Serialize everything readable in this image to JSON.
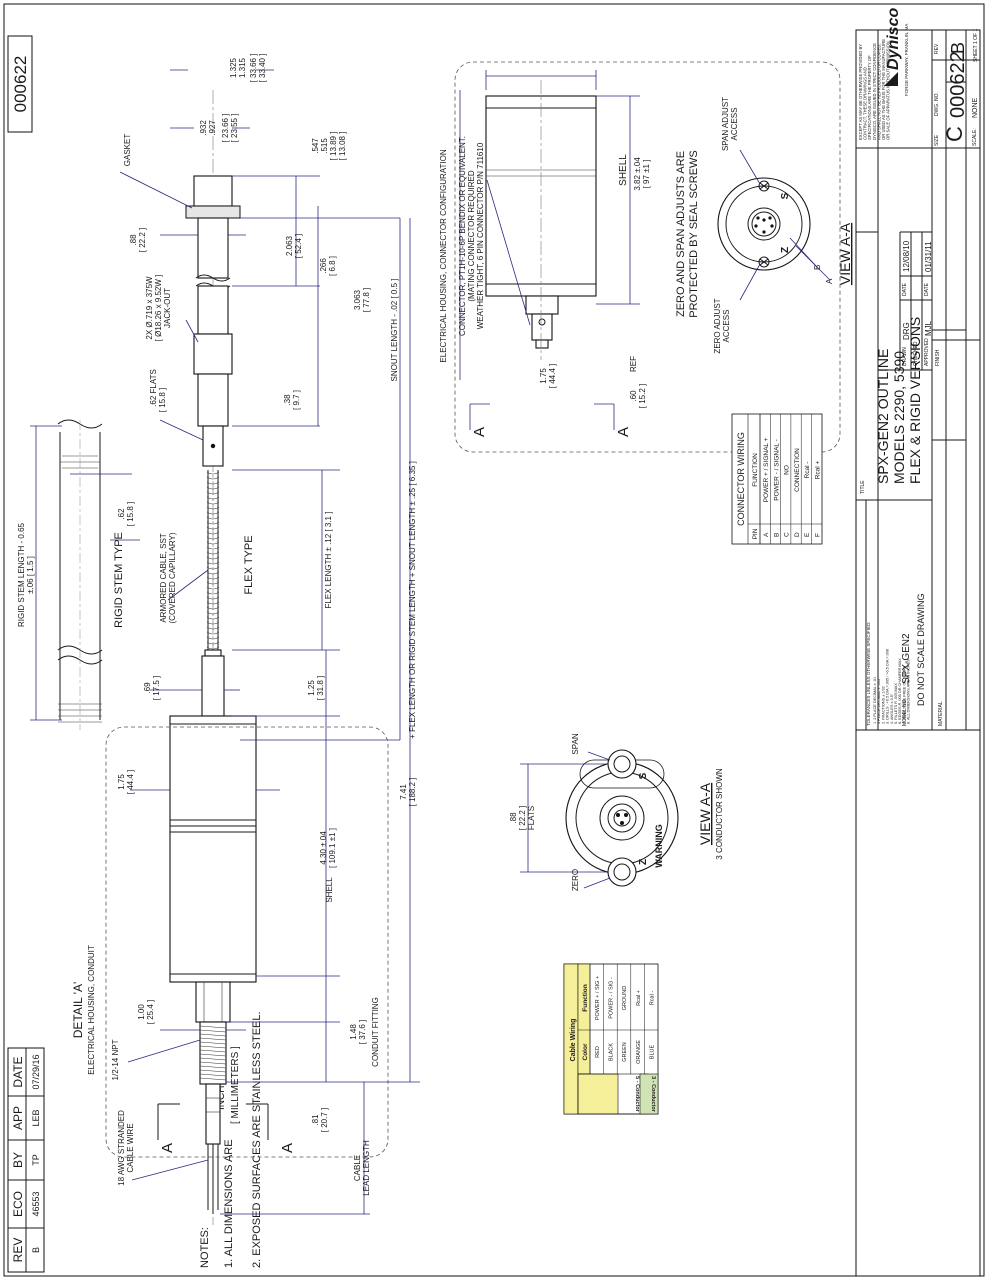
{
  "drawing_number_tab": "000622",
  "revision_block": {
    "headers": [
      "REV",
      "ECO",
      "BY",
      "APP",
      "DATE"
    ],
    "row": [
      "B",
      "46553",
      "TP",
      "LEB",
      "07/29/16"
    ]
  },
  "notes": {
    "heading": "NOTES:",
    "note1_prefix": "1. ALL DIMENSIONS ARE",
    "unit_inches": "INCHES",
    "unit_mm": "[ MILLIMETERS ]",
    "note2": "2. EXPOSED SURFACES ARE STAINLESS STEEL."
  },
  "left_view": {
    "rigid_stem_length": "RIGID STEM LENGTH - 0.65",
    "rigid_stem_tol": "±.06 [ 1.5 ]",
    "rigid_stem_type": "RIGID STEM TYPE",
    "stem_dia": ".62",
    "stem_dia_mm": "[ 15.8 ]",
    "flex_type": "FLEX TYPE",
    "armored_cable": "ARMORED CABLE, SST",
    "armored_cable_2": "(COVERED CAPILLARY)",
    "flats_62": ".62 FLATS",
    "flats_62_mm": "[ 15.8 ]",
    "jackout": "2X Ø.719 x 375W",
    "jackout_2": "[ Ø18.26 x 9.52W ]",
    "jackout_3": "JACK-OUT",
    "dia_88": ".88",
    "dia_88_mm": "[ 22.2 ]",
    "gasket": "GASKET",
    "d_932": ".932",
    "d_927": ".927",
    "d_2366": "[ 23.66 ]",
    "d_2355": "[ 23.55 ]",
    "d_1325": "1.325",
    "d_1315": "1.315",
    "d_3366": "[ 33.66 ]",
    "d_3340": "[ 33.40 ]",
    "d_547": ".547",
    "d_515": ".515",
    "d_1389": "[ 13.89 ]",
    "d_1308": "[ 13.08 ]",
    "d_2063": "2.063",
    "d_2063_mm": "[ 52.4 ]",
    "d_266": ".266",
    "d_266_mm": "[ 6.8 ]",
    "d_3063": "3.063",
    "d_3063_mm": "[ 77.8 ]",
    "snout_length": "SNOUT LENGTH - .02 [ 0.5 ]",
    "d_38": ".38",
    "d_38_mm": "[ 9.7 ]",
    "flex_length": "FLEX LENGTH ± .12 [ 3.1 ]",
    "d_69": ".69",
    "d_69_mm": "[ 17.5 ]",
    "d_125": "1.25",
    "d_125_mm": "[ 31.8 ]",
    "d_175": "1.75",
    "d_175_mm": "[ 44.4 ]",
    "shell": "SHELL",
    "shell_val": "4.30 ±.04",
    "shell_val_mm": "[ 109.1 ±1 ]",
    "total_741": "7.41",
    "total_741_mm": "[ 188.2 ]",
    "total_formula": "+ FLEX LENGTH OR RIGID STEM LENGTH +  SNOUT LENGTH ± .25 [ 6.35 ]",
    "detail_a": "DETAIL 'A'",
    "detail_a_sub": "ELECTRICAL HOUSING, CONDUIT",
    "npt": "1/2-14 NPT",
    "d_100": "1.00",
    "d_100_mm": "[ 25.4 ]",
    "d_148": "1.48",
    "d_148_mm": "[ 37.6 ]",
    "conduit_fitting": "CONDUIT FITTING",
    "awg": "18 AWG STRANDED",
    "awg_2": "CABLE WIRE",
    "d_81": ".81",
    "d_81_mm": "[ 20.7 ]",
    "cable_lead": "CABLE",
    "cable_lead_2": "LEAD LENGTH",
    "section_a": "A"
  },
  "right_view": {
    "title": "ELECTRICAL HOUSING, CONNECTOR CONFIGURATION",
    "connector": "CONNECTOR, PT1H-10-6P BENDIX OR EQUIVALENT.",
    "connector_2": "(MATING CONNECTOR REQUIRED",
    "connector_3": "WEATHER TIGHT, 6 PIN CONNECTOR  P/N 711610",
    "shell": "SHELL",
    "shell_val": "3.82 ±.04",
    "shell_val_mm": "[ 97 ±1 ]",
    "d_175": "1.75",
    "d_175_mm": "[ 44.4 ]",
    "d_60": ".60",
    "d_60_mm": "[ 15.2 ]",
    "ref": "REF",
    "zero_span_note": "ZERO AND SPAN ADJUSTS ARE",
    "zero_span_note_2": "PROTECTED BY SEAL SCREWS",
    "zero_access": "ZERO ADJUST",
    "zero_access_2": "ACCESS",
    "span_access": "SPAN ADJUST",
    "span_access_2": "ACCESS",
    "view_aa": "VIEW A-A",
    "pin_b": "B",
    "pin_a": "A",
    "z": "Z",
    "s": "S"
  },
  "view_aa_3c": {
    "span": "SPAN",
    "zero": "ZERO",
    "d_88": ".88",
    "d_88_mm": "[ 22.2 ]",
    "flats": "FLATS",
    "view": "VIEW A-A",
    "sub": "3 CONDUCTOR SHOWN",
    "warning": "WARNING",
    "z": "Z",
    "s": "S"
  },
  "cable_wiring": {
    "title": "Cable Wiring",
    "headers": [
      "Color",
      "Function"
    ],
    "group_5": "5 - Conductor",
    "group_3": "3 - Conductor",
    "rows": [
      [
        "RED",
        "POWER + / SIG +"
      ],
      [
        "BLACK",
        "POWER - / SIG -"
      ],
      [
        "GREEN",
        "GROUND"
      ],
      [
        "ORANGE",
        "Rcal +"
      ],
      [
        "BLUE",
        "Rcal -"
      ]
    ],
    "colors": {
      "header": "#f6ef9a",
      "group5": "#f6ef9a",
      "group3": "#cfe3b4"
    }
  },
  "connector_wiring": {
    "title": "CONNECTOR WIRING",
    "headers": [
      "PIN",
      "FUNCTION"
    ],
    "rows": [
      [
        "A",
        "POWER + / SIGNAL +"
      ],
      [
        "B",
        "POWER - / SIGNAL -"
      ],
      [
        "C",
        "NO"
      ],
      [
        "D",
        "CONNECTION"
      ],
      [
        "E",
        "Rcal -"
      ],
      [
        "F",
        "Rcal +"
      ]
    ]
  },
  "title_block": {
    "disclaimer": "EXCEPT AS MAY BE OTHERWISE PROVIDED BY CONTRACT, THESE DRAWINGS AND SPECIFICATIONS ARE THE PROPERTY OF DYNISCO, ARE ISSUED IN STRICT CONFIDENCE AND SHALL NOT BE REPRODUCED OR COPIED, OR USED AS THE BASIS FOR THE MANUFACTURE OR SALE OF APPARATUS WITHOUT PERMISSION.",
    "company": "Dynisco",
    "address": "FORGE PARKWAY, FRANKLIN, MA",
    "title_label": "TITLE",
    "title_1": "SPX-GEN2 OUTLINE",
    "title_2": "MODELS 2290, 5390",
    "title_3": "FLEX & RIGID VERSIONS",
    "tolerances_head": "TOLERANCES UNLESS OTHERWISE SPECIFIED:",
    "tolerances": [
      "1. 2 PLACE DECIMAL ± .01",
      "   3 PLACE DECIMAL ± .005",
      "2. FRACTIONS ± 1/32",
      "3. DRILLS : +0.5 DIA.=.005 / >0.5 DIA.=.008",
      "4. ANGLES ± 0.5°",
      "5. FILLETS R .005 MAX",
      "6. EDGES R .005 OR CHAMFER MAX",
      "7. PART TO BE FREE OF BURRS",
      "8. ALL DIMENSIONS ARE IN INCHES"
    ],
    "model_no_label": "MODEL NO",
    "model_no": "SPX-GEN2",
    "do_not_scale": "DO NOT SCALE DRAWING",
    "material_label": "MATERIAL",
    "drawn_label": "DRAWN",
    "drawn": "DRG",
    "checked_label": "CHECKED",
    "approved_label": "APPROVED",
    "approved": "MJL",
    "finish_label": "FINISH",
    "date_label": "DATE",
    "drawn_date": "12/08/10",
    "approved_date": "01/31/11",
    "size_label": "SIZE",
    "size": "C",
    "dwg_no_label": "DWG. NO.",
    "dwg_no": "000622",
    "rev_label": "REV",
    "rev": "B",
    "scale_label": "SCALE:",
    "scale": "NONE",
    "sheet": "SHEET  1  OF  1"
  }
}
